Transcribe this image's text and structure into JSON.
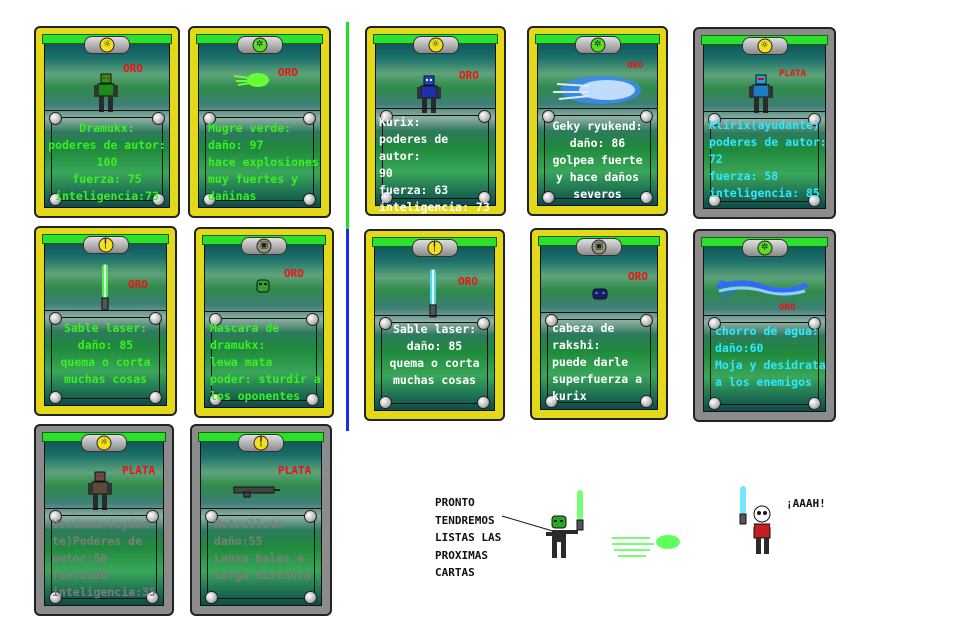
{
  "cards": [
    {
      "rank": "ORO",
      "text": "Dramukx:\npoderes de autor:\n100\nfuerza:  75\ninteligencia:73"
    },
    {
      "rank": "ORO",
      "text": "Mugre verde:\ndaño: 97\nhace explosiones\nmuy fuertes  y\ndañinas"
    },
    {
      "rank": "ORO",
      "text": "Kurix:\npoderes de autor:\n90\nfuerza:  63\ninteligencia: 73"
    },
    {
      "rank": "ORO",
      "text": "Geky ryukend:\ndaño:  86\ngolpea fuerte\ny hace daños\nseveros"
    },
    {
      "rank": "PLATA",
      "text": "Klirix(ayudante)\npoderes de autor:\n72\nfuerza:   58\ninteligencia: 85"
    },
    {
      "rank": "ORO",
      "text": "Sable laser:\ndaño: 85\nquema o corta\nmuchas cosas"
    },
    {
      "rank": "ORO",
      "text": "Mascara de\ndramukx:\nlewa mata\npoder: sturdir a\nlos oponentes"
    },
    {
      "rank": "ORO",
      "text": "Sable laser:\ndaño: 85\nquema o corta\nmuchas cosas"
    },
    {
      "rank": "ORO",
      "text": "cabeza de\nrakshi:\npuede darle\nsuperfuerza a\nkurix"
    },
    {
      "rank": "ORO",
      "text": "chorro de agua:\ndaño:60\nMoja y desidrata\na los enemigos"
    },
    {
      "rank": "PLATA",
      "text": "Vordemax(aydan\nte)Poderes de\nautor:50\nfuerza80\ninteligencia:35"
    },
    {
      "rank": "PLATA",
      "text": "Metralleta\ndaño:55\nLanza balas a\nlarga distanca"
    }
  ],
  "story": {
    "text": "PRONTO\nTENDREMOS\nLISTAS LAS\nPROXIMAS\nCARTAS",
    "scream": "¡AAAH!"
  },
  "colors": {
    "gold": "#e3d81a",
    "silver": "#8c8c8c",
    "rank_red": "#ee1111",
    "topbar_green": "#2ee02e"
  }
}
